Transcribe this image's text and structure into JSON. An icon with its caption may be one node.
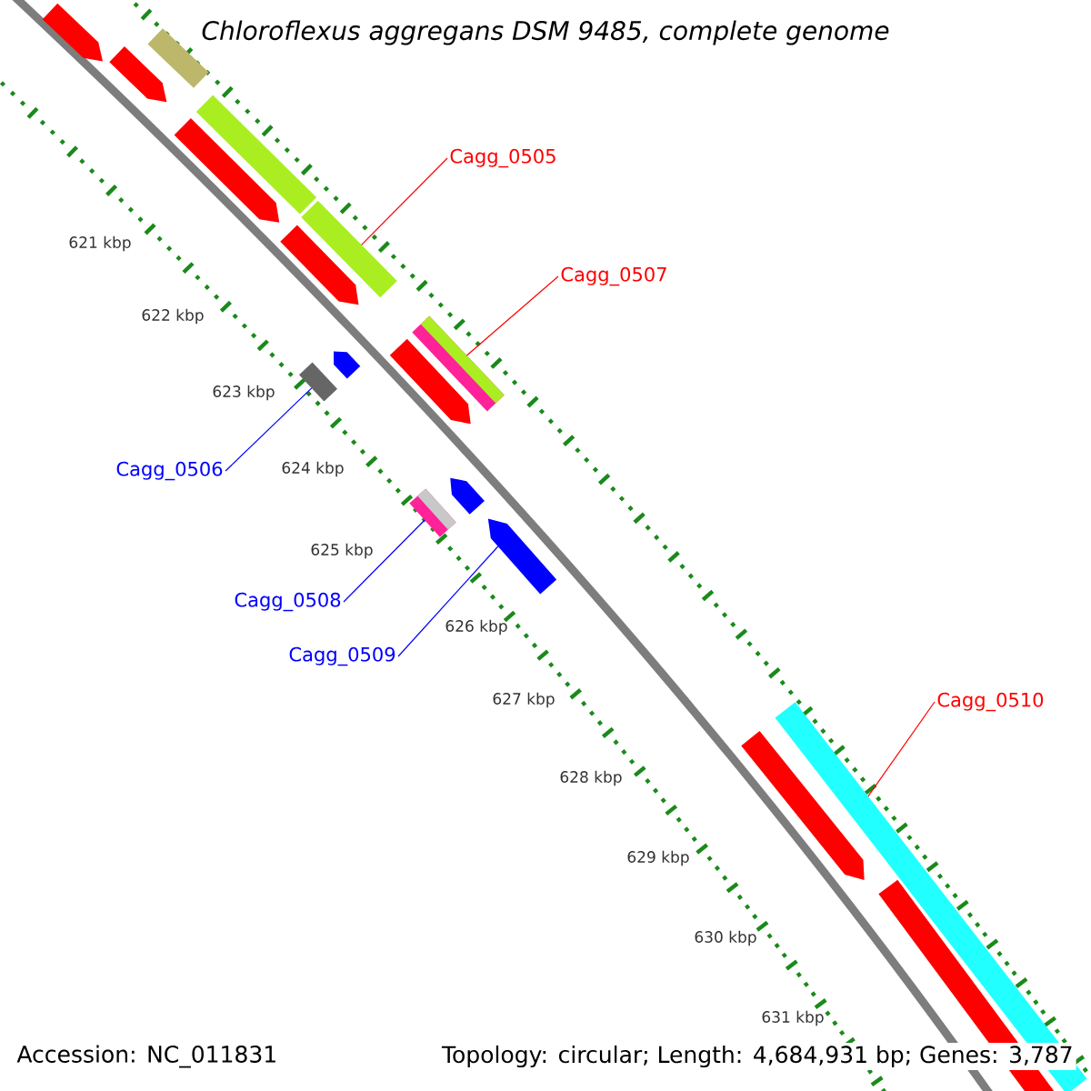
{
  "diagram": {
    "title": "*Chloroflexus aggregans* DSM 9485, complete genome",
    "nodes": [
      {
        "text": [
          "Cagg_0505"
        ]
      },
      {
        "text": [],
        "shape": "bar"
      },
      {
        "text": [
          "Cagg_0507"
        ]
      },
      {
        "text": [],
        "shape": "bar"
      },
      {
        "text": [
          "Cagg_0506"
        ]
      },
      {
        "text": [],
        "shape": "bar"
      },
      {
        "text": [
          "Cagg_0508"
        ]
      },
      {
        "text": [],
        "shape": "bar"
      },
      {
        "text": [
          "Cagg_0509"
        ]
      },
      {
        "text": [],
        "shape": "arrow"
      },
      {
        "text": [
          "Cagg_0510"
        ]
      },
      {
        "text": [],
        "shape": "bar"
      }
    ],
    "edges": [
      {
        "from": 0,
        "to": 1,
        "arrow": "none",
        "color": "#ff0000"
      },
      {
        "from": 2,
        "to": 3,
        "arrow": "none",
        "color": "#ff0000"
      },
      {
        "from": 4,
        "to": 5,
        "arrow": "none",
        "color": "#0000ff"
      },
      {
        "from": 6,
        "to": 7,
        "arrow": "none",
        "color": "#0000ff"
      },
      {
        "from": 8,
        "to": 9,
        "arrow": "none",
        "color": "#0000ff"
      },
      {
        "from": 10,
        "to": 11,
        "arrow": "none",
        "color": "#ff0000"
      }
    ],
    "labels": [
      "621 kbp",
      "622 kbp",
      "623 kbp",
      "624 kbp",
      "625 kbp",
      "626 kbp",
      "627 kbp",
      "628 kbp",
      "629 kbp",
      "630 kbp",
      "631 kbp",
      "Accession: NC_011831",
      "Topology: circular; Length: 4,684,931 bp; Genes: 3,787"
    ]
  }
}
